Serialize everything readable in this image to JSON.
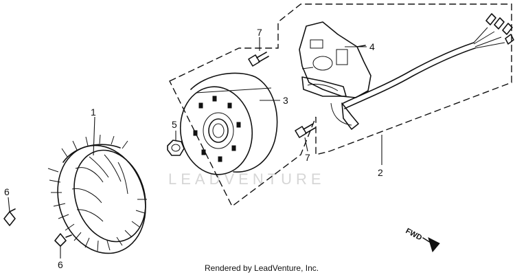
{
  "callouts": {
    "flywheel": "1",
    "wire_harness": "2",
    "rotor": "3",
    "ignition_coil": "4",
    "nut": "5",
    "screw_top": "6",
    "screw_bottom": "6",
    "bolt_top": "7",
    "bolt_bottom": "7"
  },
  "watermark": "LEADVENTURE",
  "footer": "Rendered by LeadVenture, Inc.",
  "direction": "FWD",
  "colors": {
    "ink": "#111111",
    "watermark": "#d6d6d6",
    "background": "#ffffff"
  }
}
